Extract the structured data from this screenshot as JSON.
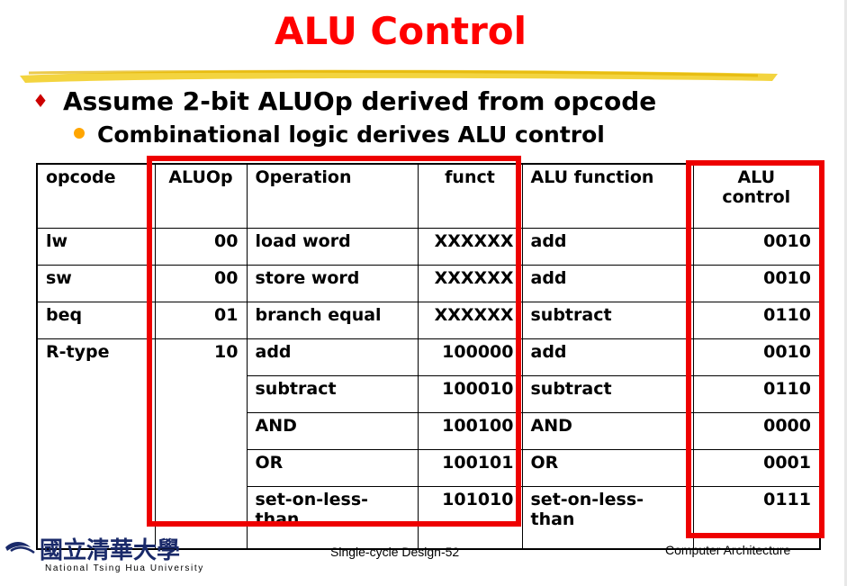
{
  "slide": {
    "title": "ALU Control",
    "bullet1": "Assume 2-bit ALUOp derived from opcode",
    "bullet2": "Combinational logic derives ALU control"
  },
  "table": {
    "headers": {
      "opcode": "opcode",
      "aluop": "ALUOp",
      "operation": "Operation",
      "funct": "funct",
      "alu_function": "ALU function",
      "alu_control": "ALU control"
    },
    "rows": [
      {
        "opcode": "lw",
        "aluop": "00",
        "operation": "load word",
        "funct": "XXXXXX",
        "alu_function": "add",
        "alu_control": "0010"
      },
      {
        "opcode": "sw",
        "aluop": "00",
        "operation": "store word",
        "funct": "XXXXXX",
        "alu_function": "add",
        "alu_control": "0010"
      },
      {
        "opcode": "beq",
        "aluop": "01",
        "operation": "branch equal",
        "funct": "XXXXXX",
        "alu_function": "subtract",
        "alu_control": "0110"
      },
      {
        "opcode": "R-type",
        "aluop": "10",
        "operation": "add",
        "funct": "100000",
        "alu_function": "add",
        "alu_control": "0010"
      },
      {
        "operation": "subtract",
        "funct": "100010",
        "alu_function": "subtract",
        "alu_control": "0110"
      },
      {
        "operation": "AND",
        "funct": "100100",
        "alu_function": "AND",
        "alu_control": "0000"
      },
      {
        "operation": "OR",
        "funct": "100101",
        "alu_function": "OR",
        "alu_control": "0001"
      },
      {
        "operation": "set-on-less-than",
        "funct": "101010",
        "alu_function": "set-on-less-than",
        "alu_control": "0111"
      }
    ]
  },
  "highlight_color": "#ee0000",
  "title_color": "#ff0000",
  "footer": {
    "center": "Single-cycle Design-52",
    "right": "Computer Architecture",
    "logo_chinese": "國立清華大學",
    "logo_english": "National Tsing Hua University"
  }
}
